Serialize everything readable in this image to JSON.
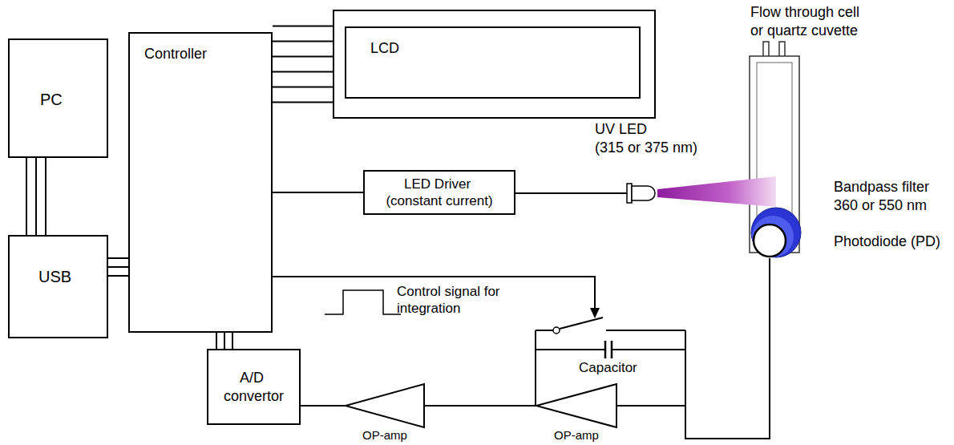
{
  "diagram": {
    "nodes": [
      {
        "text": [
          "PC"
        ]
      },
      {
        "text": [
          "USB"
        ]
      },
      {
        "text": [
          "Controller"
        ]
      },
      {
        "text": [
          "LCD"
        ]
      },
      {
        "text": [
          "LED Driver (constant current)"
        ]
      },
      {
        "text": [
          "UV LED (315 or 375 nm)"
        ]
      },
      {
        "text": [
          "Photodiode (PD)"
        ]
      },
      {
        "text": [
          "A/D convertor"
        ]
      },
      {
        "text": [
          "OP-amp"
        ]
      },
      {
        "text": [
          "OP-amp"
        ]
      }
    ],
    "edges": [
      {
        "from": 0,
        "to": 1,
        "arrow": "none"
      },
      {
        "from": 1,
        "to": 2,
        "arrow": "none"
      },
      {
        "from": 2,
        "to": 3,
        "arrow": "none"
      },
      {
        "from": 2,
        "to": 4,
        "arrow": "none"
      },
      {
        "from": 4,
        "to": 5,
        "arrow": "none"
      },
      {
        "from": 2,
        "to": 7,
        "arrow": "none"
      },
      {
        "from": 8,
        "to": 7,
        "arrow": "none"
      },
      {
        "from": 9,
        "to": 8,
        "arrow": "none"
      },
      {
        "from": 6,
        "to": 9,
        "arrow": "none"
      }
    ],
    "labels": [
      "Flow through cell or quartz cuvette",
      "Bandpass filter 360 or 550 nm",
      "Control signal for integration",
      "Capacitor"
    ]
  }
}
